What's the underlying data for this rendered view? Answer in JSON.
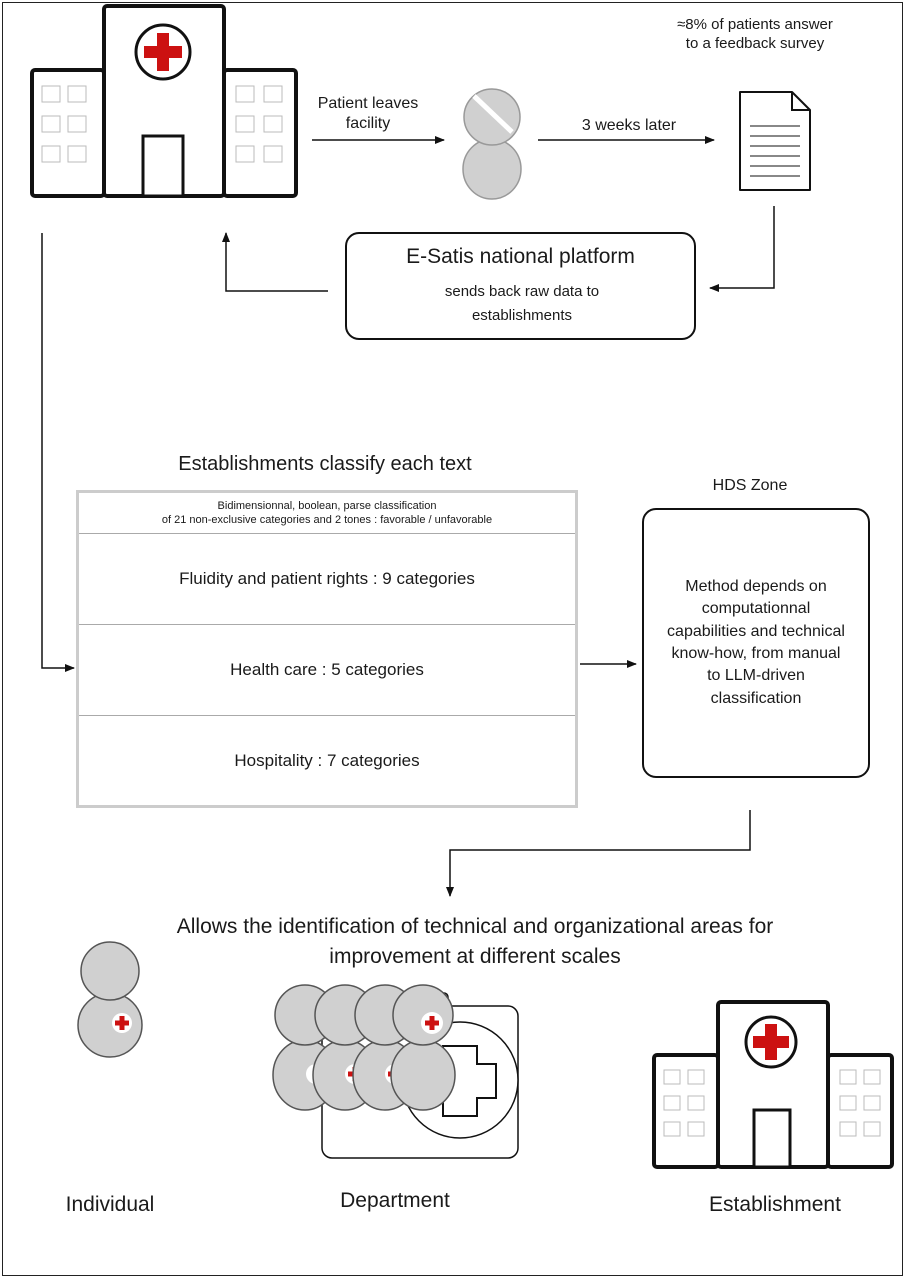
{
  "top": {
    "step1_label": "Patient leaves facility",
    "step2_label": "3 weeks later",
    "survey_note": "≈8% of patients answer to a feedback survey"
  },
  "platform": {
    "title": "E-Satis national platform",
    "subtitle": "sends back raw data to establishments"
  },
  "classify": {
    "heading": "Establishments classify each text",
    "note_line1": "Bidimensionnal, boolean, parse classification",
    "note_line2": "of 21 non-exclusive categories and 2 tones : favorable / unfavorable",
    "sections": [
      "Fluidity and patient rights : 9 categories",
      "Health care : 5 categories",
      "Hospitality : 7 categories"
    ]
  },
  "hds": {
    "label": "HDS Zone",
    "text": "Method depends on computationnal capabilities and technical know-how, from manual to LLM-driven classification"
  },
  "result": {
    "text": "Allows the identification of technical and organizational areas for improvement at different scales"
  },
  "scales": {
    "individual": "Individual",
    "department": "Department",
    "establishment": "Establishment"
  },
  "colors": {
    "person_fill": "#d0d0d0",
    "cross_red": "#cc1111",
    "line": "#111111"
  }
}
